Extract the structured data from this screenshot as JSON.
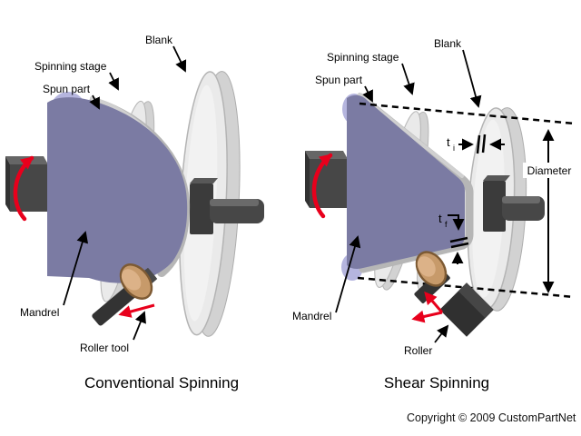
{
  "page": {
    "background": "#ffffff"
  },
  "colors": {
    "mandrel": "#7b7ba3",
    "mandrel_highlight": "#b5b5de",
    "spun_part_band": "#b6b6b6",
    "spun_part_band_light": "#d0d0d0",
    "blank_face": "#eaeaea",
    "blank_side": "#d2d2d2",
    "blank_outline": "#b2b2b2",
    "shaft_front": "#474747",
    "shaft_top": "#666666",
    "tool_dark": "#333333",
    "roller_face": "#c79a6a",
    "roller_rim": "#7d5a33",
    "arrow_red": "#e8001c",
    "annotation_black": "#000000"
  },
  "conventional": {
    "title": "Conventional Spinning",
    "labels": {
      "blank": "Blank",
      "spinning_stage": "Spinning stage",
      "spun_part": "Spun part",
      "mandrel": "Mandrel",
      "roller_tool": "Roller tool"
    }
  },
  "shear": {
    "title": "Shear Spinning",
    "labels": {
      "blank": "Blank",
      "spinning_stage": "Spinning stage",
      "spun_part": "Spun part",
      "mandrel": "Mandrel",
      "roller": "Roller",
      "diameter": "Diameter"
    },
    "measurements": {
      "initial_thickness": {
        "symbol": "t",
        "subscript": "i"
      },
      "final_thickness": {
        "symbol": "t",
        "subscript": "f"
      }
    }
  },
  "footer": {
    "copyright": "Copyright © 2009 CustomPartNet"
  }
}
